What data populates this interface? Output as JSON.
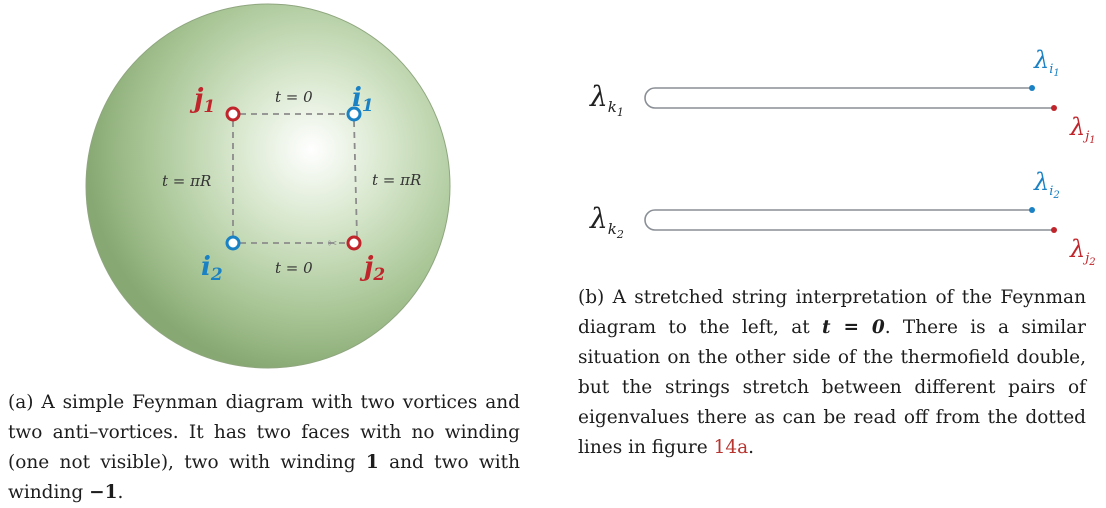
{
  "figure_a": {
    "vertices": [
      {
        "name": "j1",
        "base": "j",
        "sub": "1",
        "color": "#c0252b"
      },
      {
        "name": "i1",
        "base": "i",
        "sub": "1",
        "color": "#1a82c4"
      },
      {
        "name": "i2",
        "base": "i",
        "sub": "2",
        "color": "#1a82c4"
      },
      {
        "name": "j2",
        "base": "j",
        "sub": "2",
        "color": "#c0252b"
      }
    ],
    "edge_labels": {
      "top": "t = 0",
      "bottom": "t = 0",
      "left": "t = πR",
      "right": "t = πR"
    },
    "sphere_color": "#8fb07a",
    "caption": {
      "prefix": "(a) A simple Feynman diagram with two vortices and two anti–vortices. It has two faces with no winding (one not visible), two with winding ",
      "bold1": "1",
      "middle": " and two with winding ",
      "bold2": "−1",
      "suffix": "."
    }
  },
  "figure_b": {
    "strings": [
      {
        "left_label": "λ",
        "left_sub": "k",
        "left_subsub": "1",
        "blue_label": "λ",
        "blue_sub": "i",
        "blue_subsub": "1",
        "red_label": "λ",
        "red_sub": "j",
        "red_subsub": "1"
      },
      {
        "left_label": "λ",
        "left_sub": "k",
        "left_subsub": "2",
        "blue_label": "λ",
        "blue_sub": "i",
        "blue_subsub": "2",
        "red_label": "λ",
        "red_sub": "j",
        "red_subsub": "2"
      }
    ],
    "caption": {
      "prefix": "(b) A stretched string interpretation of the Feynman diagram to the left, at ",
      "math": "t = 0",
      "suffix": ". There is a similar situation on the other side of the thermofield double, but the strings stretch between different pairs of eigenvalues there as can be read off from the dotted lines in figure ",
      "link": "14a",
      "end": "."
    }
  },
  "colors": {
    "blue": "#1a82c4",
    "red": "#c0252b",
    "string": "#8a8f96",
    "dashed": "#8c8c8c",
    "link": "#b8342f"
  }
}
